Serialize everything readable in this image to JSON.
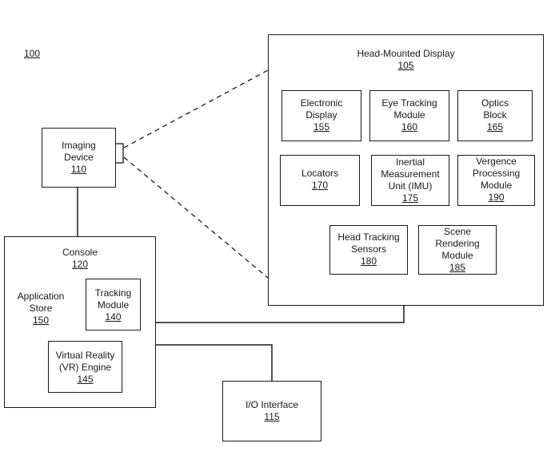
{
  "figure_ref": "100",
  "hmd": {
    "title": "Head-Mounted Display",
    "number": "105"
  },
  "imaging": {
    "line1": "Imaging",
    "line2": "Device",
    "number": "110"
  },
  "console": {
    "title": "Console",
    "number": "120"
  },
  "app_store": {
    "line1": "Application",
    "line2": "Store",
    "number": "150"
  },
  "tracking": {
    "line1": "Tracking",
    "line2": "Module",
    "number": "140"
  },
  "vr_engine": {
    "line1": "Virtual Reality",
    "line2": "(VR) Engine",
    "number": "145"
  },
  "io": {
    "line1": "I/O Interface",
    "number": "115"
  },
  "electronic_display": {
    "line1": "Electronic",
    "line2": "Display",
    "number": "155"
  },
  "eye_tracking": {
    "line1": "Eye Tracking",
    "line2": "Module",
    "number": "160"
  },
  "optics": {
    "line1": "Optics",
    "line2": "Block",
    "number": "165"
  },
  "locators": {
    "line1": "Locators",
    "number": "170"
  },
  "imu": {
    "line1": "Inertial",
    "line2": "Measurement",
    "line3": "Unit (IMU)",
    "number": "175"
  },
  "vergence": {
    "line1": "Vergence",
    "line2": "Processing",
    "line3": "Module",
    "number": "190"
  },
  "head_tracking": {
    "line1": "Head Tracking",
    "line2": "Sensors",
    "number": "180"
  },
  "scene": {
    "line1": "Scene",
    "line2": "Rendering",
    "line3": "Module",
    "number": "185"
  }
}
